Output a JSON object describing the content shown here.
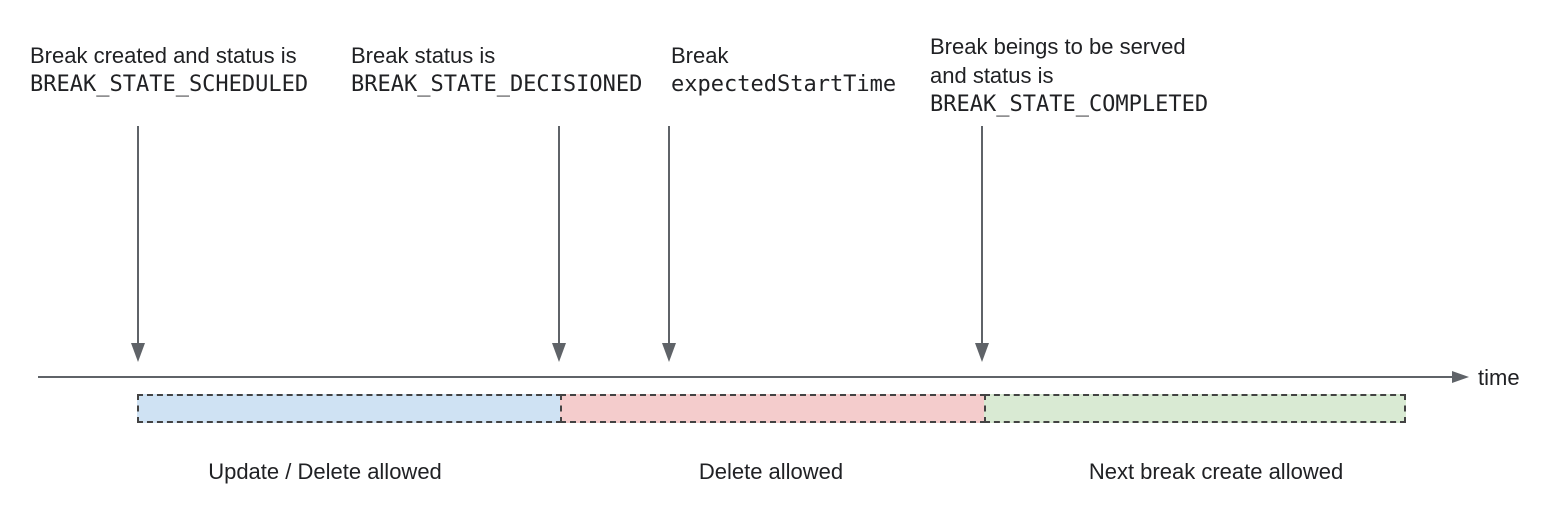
{
  "annotations": [
    {
      "lines": [
        "Break created and status is",
        "BREAK_STATE_SCHEDULED"
      ]
    },
    {
      "lines": [
        "Break status is",
        "BREAK_STATE_DECISIONED"
      ]
    },
    {
      "lines": [
        "Break",
        "expectedStartTime"
      ]
    },
    {
      "lines": [
        "Break beings to be served",
        "and status is",
        "BREAK_STATE_COMPLETED"
      ]
    }
  ],
  "timeline": {
    "axis_label": "time"
  },
  "segments": [
    {
      "label": "Update / Delete allowed",
      "fill": "#cfe2f3"
    },
    {
      "label": "Delete allowed",
      "fill": "#f4cccc"
    },
    {
      "label": "Next break create allowed",
      "fill": "#d9ead3"
    }
  ],
  "colors": {
    "arrow": "#5f6368",
    "segment_border": "#434343",
    "text": "#202124"
  }
}
